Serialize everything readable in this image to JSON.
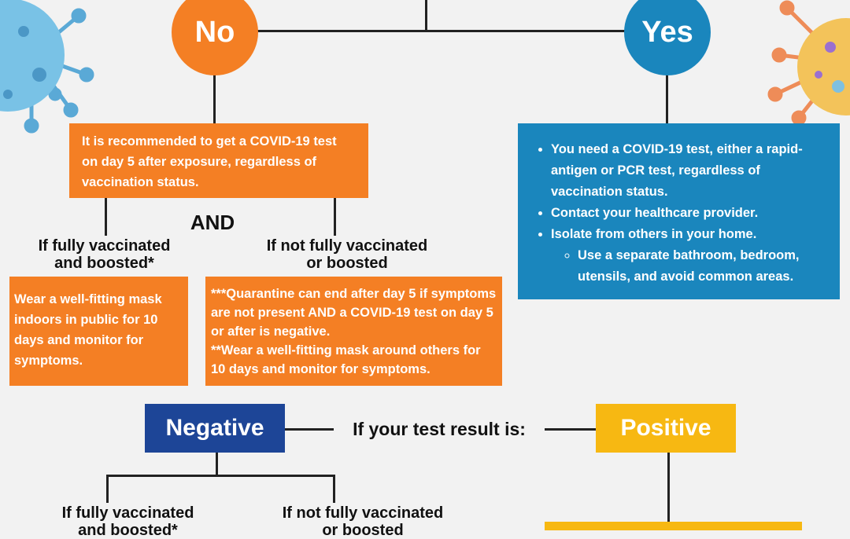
{
  "decision": {
    "no_label": "No",
    "yes_label": "Yes",
    "and_label": "AND"
  },
  "no_branch": {
    "recommendation": "It is recommended to get a COVID-19 test on day 5 after exposure, regardless of vaccination status.",
    "vaccinated_label_line1": "If fully vaccinated",
    "vaccinated_label_line2": "and boosted*",
    "not_vaccinated_label_line1": "If not fully vaccinated",
    "not_vaccinated_label_line2": "or boosted",
    "vaccinated_text": "Wear a well-fitting mask indoors in public for 10 days and monitor for symptoms.",
    "not_vaccinated_text_1": "***Quarantine can end after day 5 if symptoms are not present AND a COVID-19 test on day 5 or after is negative.",
    "not_vaccinated_text_2": "**Wear a well-fitting mask around others for 10 days and monitor for symptoms."
  },
  "yes_branch": {
    "item1": "You need a COVID-19 test, either a rapid-antigen or PCR test, regardless of vaccination status.",
    "item2": "Contact your healthcare provider.",
    "item3": "Isolate from others in your home.",
    "subitem1": "Use a separate bathroom, bedroom, utensils, and avoid common areas."
  },
  "test_result": {
    "question": "If your test result is:",
    "negative_label": "Negative",
    "positive_label": "Positive"
  },
  "negative_branch": {
    "vaccinated_label_line1": "If fully vaccinated",
    "vaccinated_label_line2": "and boosted*",
    "not_vaccinated_label_line1": "If not fully vaccinated",
    "not_vaccinated_label_line2": "or boosted"
  },
  "colors": {
    "orange": "#f47f24",
    "blue": "#1a86bd",
    "navy": "#1d4597",
    "yellow": "#f7b812"
  },
  "decorations": [
    "virus-icon-left",
    "virus-icon-right"
  ]
}
